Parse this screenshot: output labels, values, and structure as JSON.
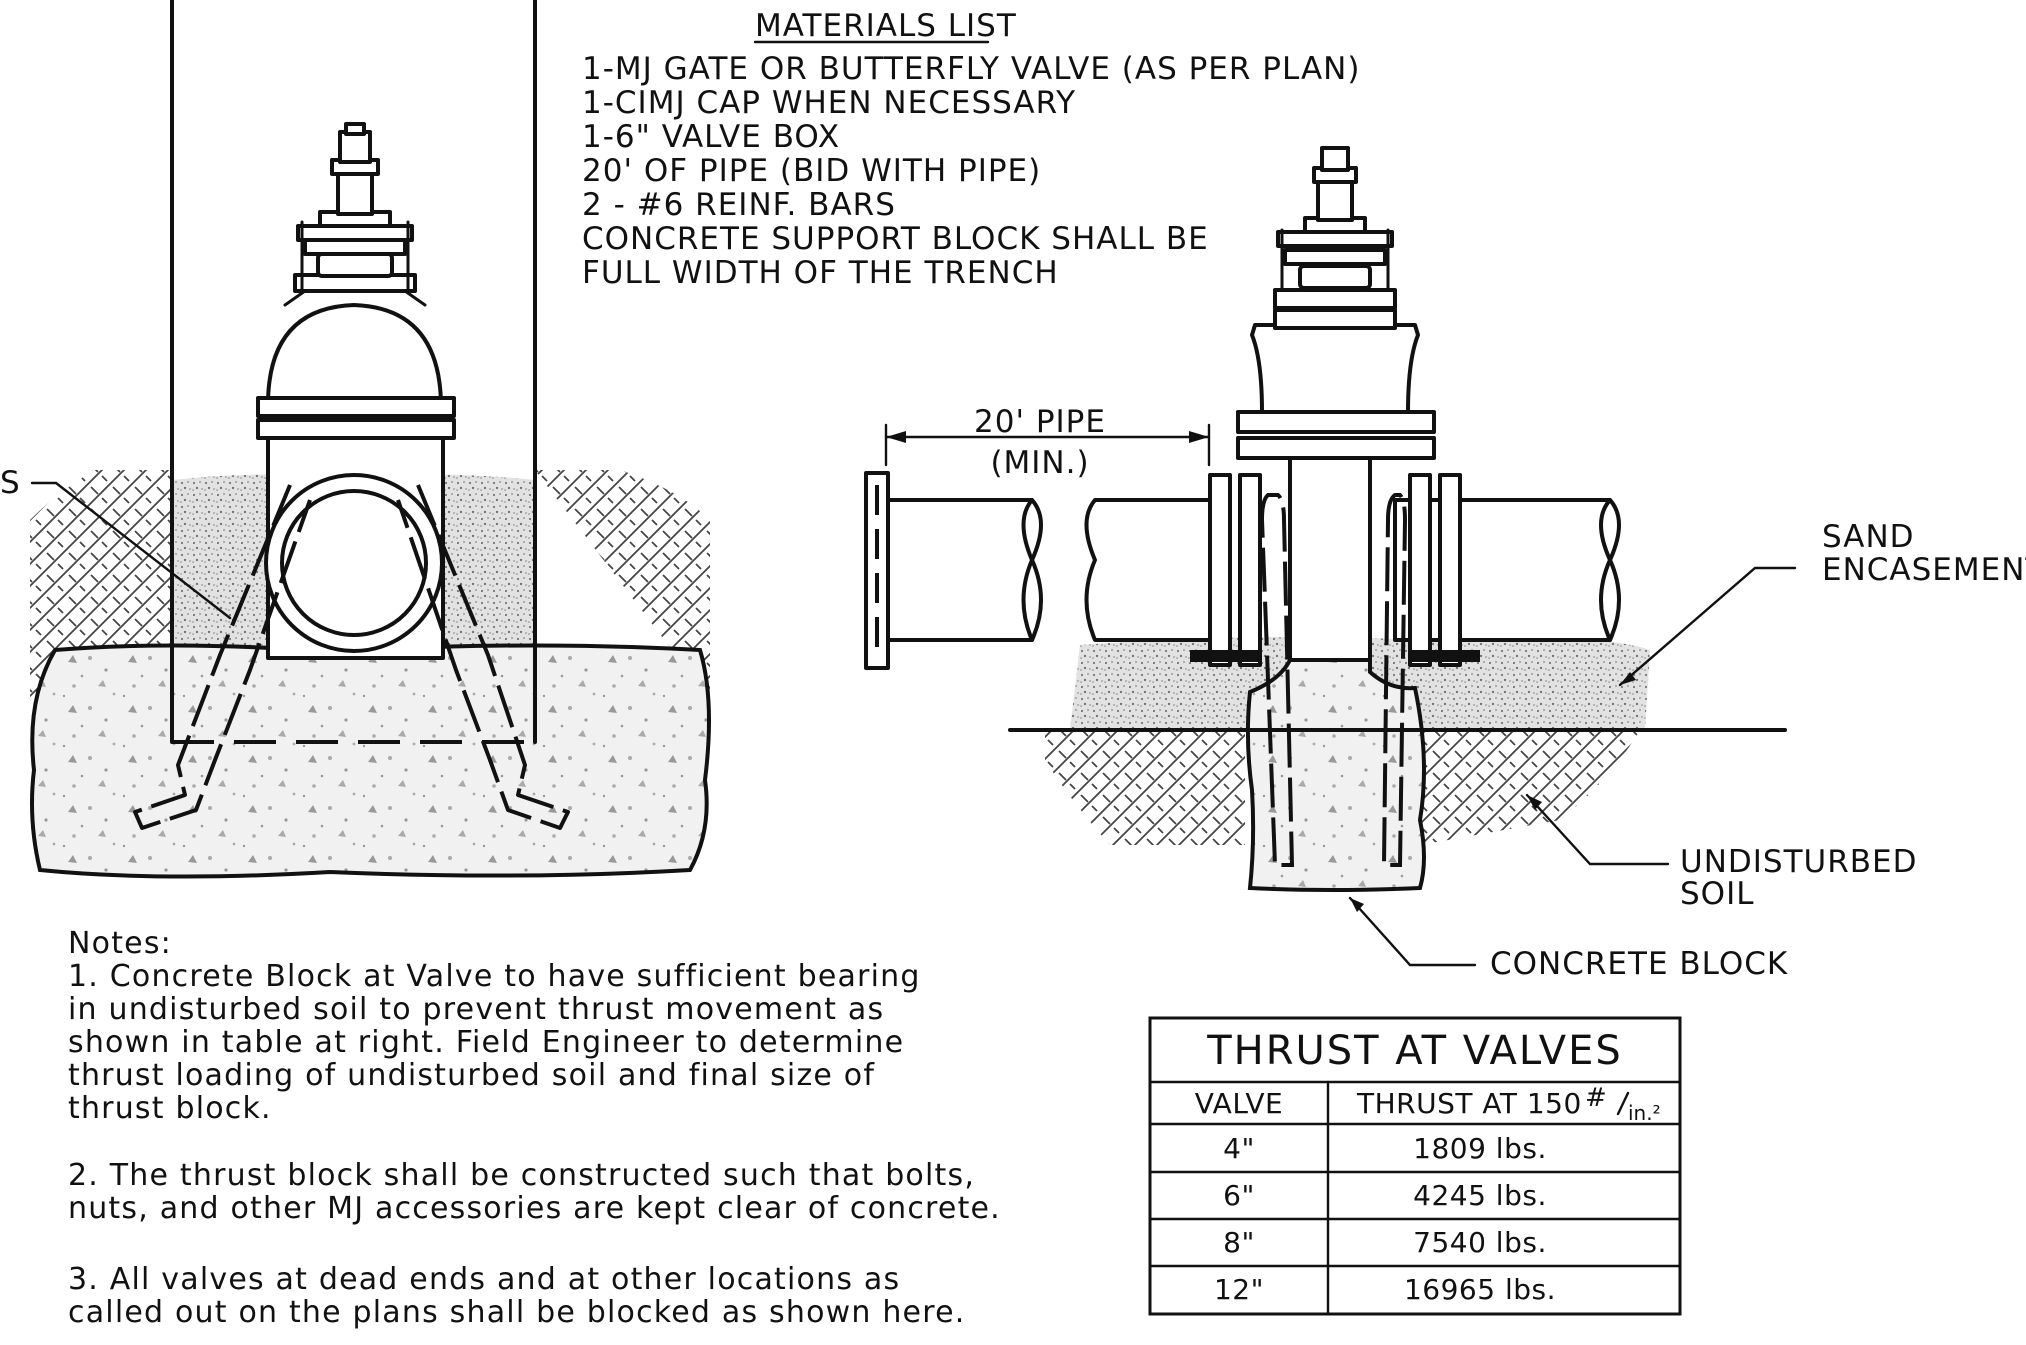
{
  "materials_list": {
    "title": "MATERIALS LIST",
    "items": [
      "1-MJ GATE OR BUTTERFLY VALVE (AS PER PLAN)",
      "1-CIMJ CAP WHEN NECESSARY",
      "1-6\" VALVE BOX",
      "20' OF PIPE (BID WITH PIPE)",
      "2 - #6 REINF. BARS",
      "CONCRETE SUPPORT BLOCK SHALL BE",
      "FULL WIDTH OF THE TRENCH"
    ]
  },
  "left_view": {
    "callout_partial": "S"
  },
  "right_view": {
    "pipe_dim": "20' PIPE",
    "pipe_dim_sub": "(MIN.)",
    "sand_label_1": "SAND",
    "sand_label_2": "ENCASEMENT",
    "soil_label_1": "UNDISTURBED",
    "soil_label_2": "SOIL",
    "concrete_label": "CONCRETE BLOCK"
  },
  "notes": {
    "heading": "Notes:",
    "lines": [
      "1.  Concrete Block at Valve to have sufficient bearing",
      "in undisturbed soil to prevent thrust movement as",
      "shown in table at right.  Field Engineer to determine",
      "thrust loading of undisturbed soil and final size of",
      "thrust block.",
      "2.  The thrust block shall be constructed such that bolts,",
      "nuts, and other MJ accessories are kept clear of concrete.",
      "3.  All valves at dead ends and at other locations as",
      "called out on the plans shall be blocked as shown here."
    ]
  },
  "thrust_table": {
    "title": "THRUST AT VALVES",
    "col_valve": "VALVE",
    "col_thrust": "THRUST AT 150",
    "unit_num": "#",
    "unit_den": "in.²",
    "rows": [
      {
        "valve": "4\"",
        "thrust": "1809 lbs."
      },
      {
        "valve": "6\"",
        "thrust": "4245 lbs."
      },
      {
        "valve": "8\"",
        "thrust": "7540 lbs."
      },
      {
        "valve": "12\"",
        "thrust": "16965 lbs."
      }
    ]
  }
}
